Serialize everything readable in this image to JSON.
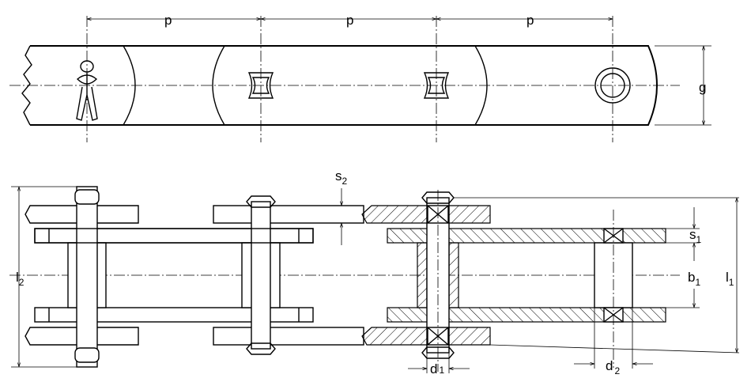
{
  "labels": {
    "pitch": "p",
    "plate_height": "g",
    "side_plate_thickness": {
      "main": "s",
      "sub": "2"
    },
    "inner_plate_thickness": {
      "main": "s",
      "sub": "1"
    },
    "inner_width": {
      "main": "b",
      "sub": "1"
    },
    "overall_length_1": {
      "main": "l",
      "sub": "1"
    },
    "overall_length_2": {
      "main": "l",
      "sub": "2"
    },
    "pin_diameter": {
      "main": "d",
      "sub": "1"
    },
    "bush_diameter": {
      "main": "d",
      "sub": "2"
    }
  }
}
